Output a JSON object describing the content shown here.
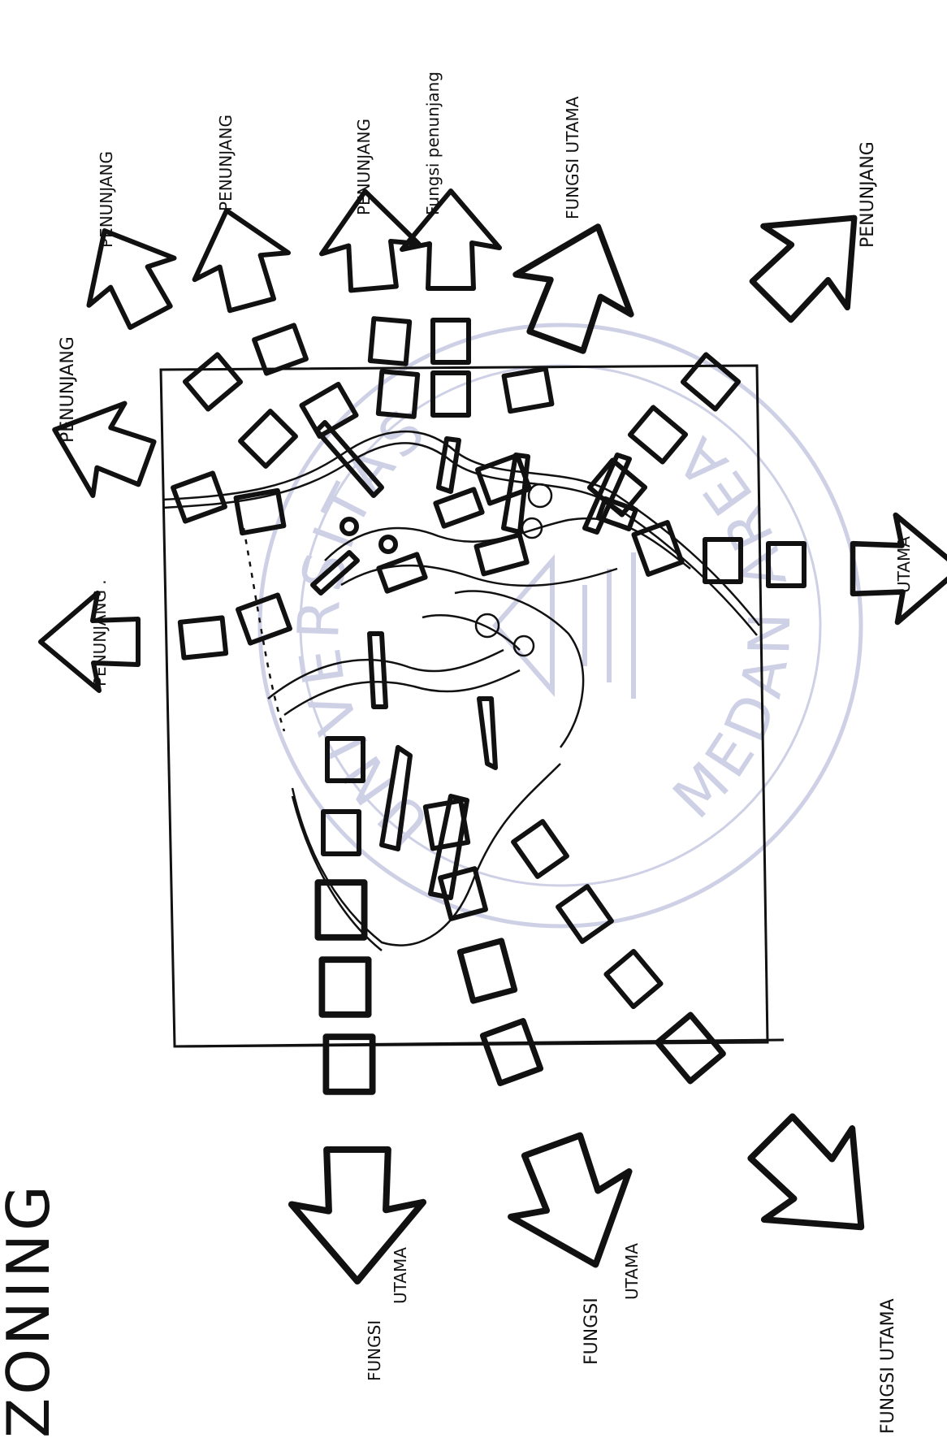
{
  "title": "ZONING",
  "labels": {
    "penunjang_far_left": "PENUNJANG .",
    "penunjang_left": "PENUNJANG",
    "penunjang_top1": "PENUNJANG",
    "penunjang_top2": "PENUNJANG",
    "penunjang_top3": "PENUNJANG",
    "fungsi_penunjang": "Fungsi penunjang",
    "fungsi_utama_top": "FUNGSI UTAMA",
    "penunjang_top_right": "PENUNJANG",
    "utama_right": "UTAMA",
    "fungsi_utama_bottom_right": "FUNGSI UTAMA",
    "fungsi_utama_bottom_mid_1": "FUNGSI",
    "fungsi_utama_bottom_mid_2": "UTAMA",
    "fungsi_utama_bottom_left_1": "FUNGSI",
    "fungsi_utama_bottom_left_2": "UTAMA"
  },
  "watermark": {
    "top_text": "UNIVERSITAS",
    "bottom_text": "MEDAN AREA"
  },
  "colors": {
    "ink": "#111111",
    "watermark": "#c9cbe3",
    "paper": "#ffffff"
  }
}
